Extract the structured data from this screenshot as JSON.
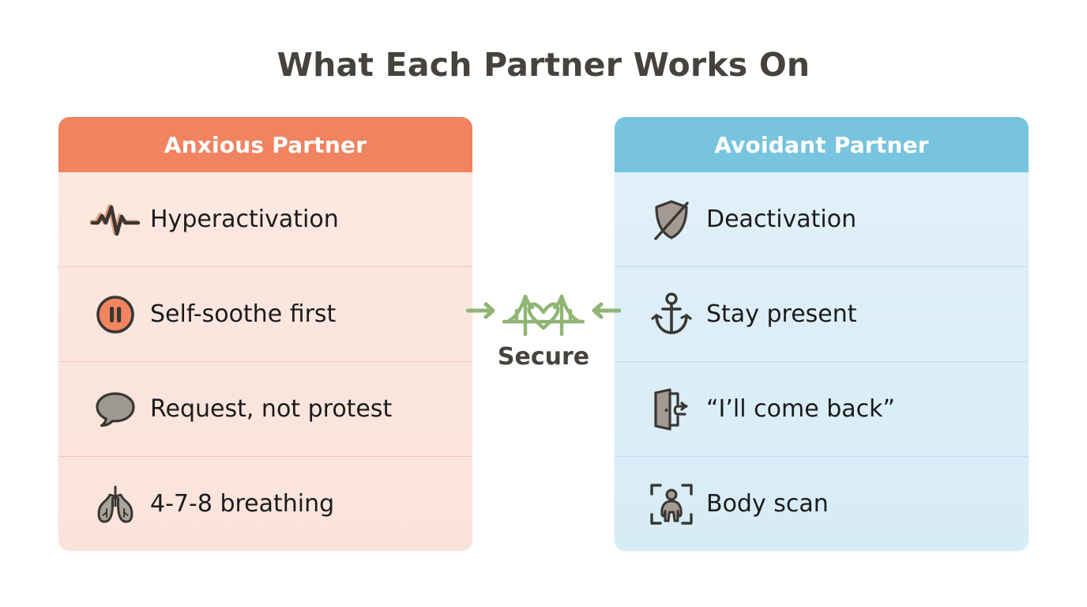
{
  "page": {
    "title": "What Each Partner Works On",
    "background": "#FFFFFF",
    "title_color": "#46433F"
  },
  "colors": {
    "anxious_header": "#F08360",
    "anxious_body": "#FBE8E1",
    "anxious_divider": "#F4C7B7",
    "avoidant_header": "#78C4DF",
    "avoidant_body": "#E1F0F9",
    "avoidant_divider": "#BBDCEC",
    "secure_green": "#8FB573",
    "text_dark": "#1B1B1B"
  },
  "cards": {
    "anxious": {
      "header": "Anxious Partner",
      "rows": [
        {
          "icon": "pulse-icon",
          "label": "Hyperactivation"
        },
        {
          "icon": "pause-circle-icon",
          "label": "Self-soothe first"
        },
        {
          "icon": "speech-bubble-icon",
          "label": "Request, not protest"
        },
        {
          "icon": "lungs-icon",
          "label": "4-7-8 breathing"
        }
      ]
    },
    "avoidant": {
      "header": "Avoidant Partner",
      "rows": [
        {
          "icon": "shield-slash-icon",
          "label": "Deactivation"
        },
        {
          "icon": "anchor-icon",
          "label": "Stay present"
        },
        {
          "icon": "door-return-icon",
          "label": "“I’ll come back”"
        },
        {
          "icon": "body-scan-icon",
          "label": "Body scan"
        }
      ]
    }
  },
  "center": {
    "icon": "bridge-heart-icon",
    "label": "Secure",
    "left_arrow": "arrow-right-icon",
    "right_arrow": "arrow-left-icon"
  }
}
